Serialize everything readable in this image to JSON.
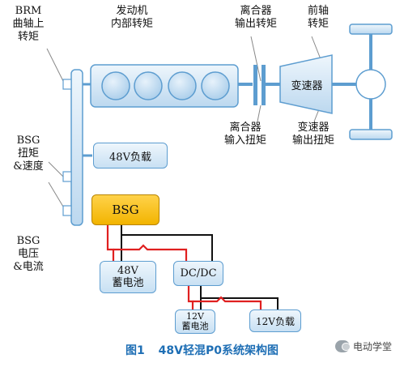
{
  "labels": {
    "brm_torque": "BRM\n曲轴上\n转矩",
    "engine_torque": "发动机\n内部转矩",
    "clutch_output": "离合器\n输出转矩",
    "front_axle": "前轴\n转矩",
    "bsg_torque_speed": "BSG\n扭矩\n&速度",
    "bsg_voltage_current": "BSG\n电压\n&电流",
    "clutch_input": "离合器\n输入扭矩",
    "gearbox_output": "变速器\n输出扭矩"
  },
  "components": {
    "load_48v": "48V负载",
    "bsg": "BSG",
    "battery_48v": "48V\n蓄电池",
    "dcdc": "DC/DC",
    "gearbox": "变速器",
    "battery_12v": "12V\n蓄电池",
    "load_12v": "12V负载"
  },
  "caption": {
    "figure": "图1",
    "title": "48V轻混P0系统架构图"
  },
  "watermark": {
    "text": "电动学堂"
  },
  "colors": {
    "component_fill": "#cfe4f5",
    "component_border": "#5d9dd0",
    "bsg_fill": "#f7c21a",
    "positive_wire": "#e02020",
    "negative_wire": "#111111",
    "shaft": "#5d9dd0",
    "caption": "#1f6fb5"
  }
}
